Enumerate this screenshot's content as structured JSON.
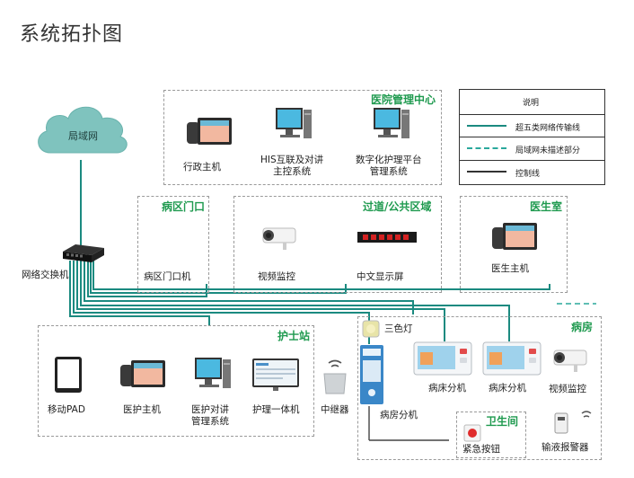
{
  "title": "系统拓扑图",
  "cloud": {
    "label": "局域网"
  },
  "switch": {
    "label": "网络交换机"
  },
  "legend": {
    "heading": "说明",
    "items": [
      {
        "text": "超五类网络传输线",
        "style": "solid-teal",
        "color": "#1b8a80"
      },
      {
        "text": "局域网未描述部分",
        "style": "dashed-teal",
        "color": "#2aa89c"
      },
      {
        "text": "控制线",
        "style": "solid-dark",
        "color": "#333333"
      }
    ]
  },
  "zones": {
    "hospital_center": {
      "title": "医院管理中心",
      "devices": [
        {
          "label": "行政主机",
          "icon": "tablet-phone-icon"
        },
        {
          "label": "HIS互联及对讲\n主控系统",
          "icon": "pc-icon"
        },
        {
          "label": "数字化护理平台\n管理系统",
          "icon": "pc-icon"
        }
      ]
    },
    "ward_gate": {
      "title": "病区门口",
      "devices": [
        {
          "label": "病区门口机",
          "icon": "door-unit-icon"
        }
      ]
    },
    "public_area": {
      "title": "过道/公共区域",
      "devices": [
        {
          "label": "视频监控",
          "icon": "camera-icon"
        },
        {
          "label": "中文显示屏",
          "icon": "led-display-icon"
        }
      ]
    },
    "doctor_room": {
      "title": "医生室",
      "devices": [
        {
          "label": "医生主机",
          "icon": "tablet-phone-icon"
        }
      ]
    },
    "nurse_station": {
      "title": "护士站",
      "devices": [
        {
          "label": "移动PAD",
          "icon": "pad-icon"
        },
        {
          "label": "医护主机",
          "icon": "tablet-phone-icon"
        },
        {
          "label": "医护对讲\n管理系统",
          "icon": "pc-icon"
        },
        {
          "label": "护理一体机",
          "icon": "monitor-icon"
        }
      ]
    },
    "ward": {
      "title": "病房",
      "devices": [
        {
          "label": "三色灯",
          "icon": "tri-color-light-icon"
        },
        {
          "label": "病房分机",
          "icon": "room-unit-icon"
        },
        {
          "label": "病床分机",
          "icon": "bed-unit-icon"
        },
        {
          "label": "病床分机",
          "icon": "bed-unit-icon"
        },
        {
          "label": "视频监控",
          "icon": "camera-icon"
        },
        {
          "label": "输液报警器",
          "icon": "infusion-alarm-icon"
        }
      ]
    },
    "bathroom": {
      "title": "卫生间",
      "devices": [
        {
          "label": "紧急按钮",
          "icon": "emergency-button-icon"
        }
      ]
    }
  },
  "repeater": {
    "label": "中继器",
    "icon": "repeater-icon"
  }
}
